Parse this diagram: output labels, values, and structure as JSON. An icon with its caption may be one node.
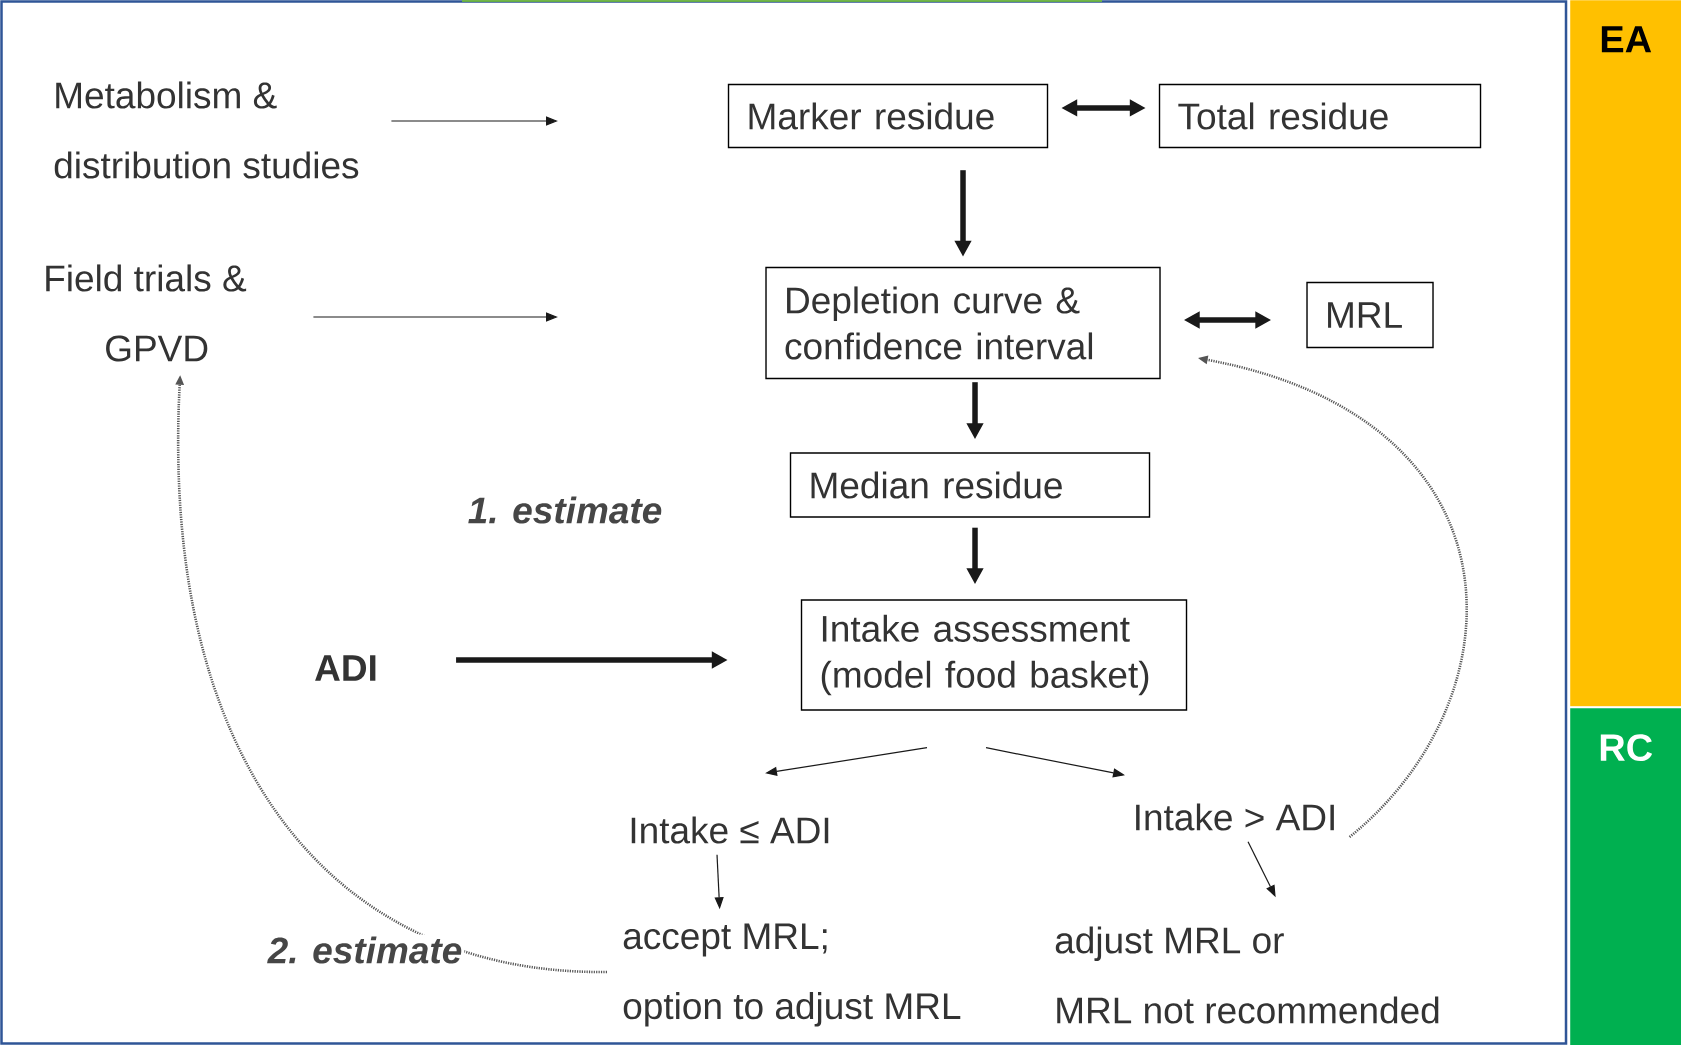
{
  "diagram": {
    "nodes": [
      {
        "text": [
          "Metabolism & distribution studies"
        ]
      },
      {
        "text": [
          "Field trials & GPVD"
        ]
      },
      {
        "text": [
          "Marker residue"
        ]
      },
      {
        "text": [
          "Total residue"
        ]
      },
      {
        "text": [
          "Depletion curve & confidence interval"
        ]
      },
      {
        "text": [
          "MRL"
        ]
      },
      {
        "text": [
          "Median residue"
        ]
      },
      {
        "text": [
          "ADI"
        ]
      },
      {
        "text": [
          "Intake assessment (model food basket)"
        ]
      },
      {
        "text": [
          "Intake ≤ ADI"
        ]
      },
      {
        "text": [
          "Intake > ADI"
        ]
      },
      {
        "text": [
          "accept MRL; option to adjust MRL"
        ]
      },
      {
        "text": [
          "adjust MRL or MRL not recommended"
        ]
      },
      {
        "text": [
          "EA"
        ]
      },
      {
        "text": [
          "RC"
        ]
      }
    ],
    "edges": [
      {
        "from": 0,
        "to": null,
        "arrow": "to"
      },
      {
        "from": 1,
        "to": null,
        "arrow": "to"
      },
      {
        "from": 2,
        "to": 3,
        "arrow": "both",
        "style": "thick"
      },
      {
        "from": 2,
        "to": 4,
        "arrow": "to",
        "style": "thick"
      },
      {
        "from": 4,
        "to": 5,
        "arrow": "both",
        "style": "thick"
      },
      {
        "from": 4,
        "to": 6,
        "arrow": "to",
        "style": "thick"
      },
      {
        "from": 6,
        "to": 8,
        "arrow": "to",
        "style": "thick"
      },
      {
        "from": 7,
        "to": 8,
        "arrow": "to",
        "style": "thick"
      },
      {
        "from": 8,
        "to": 9,
        "arrow": "to"
      },
      {
        "from": 8,
        "to": 10,
        "arrow": "to"
      },
      {
        "from": 9,
        "to": 11,
        "arrow": "to"
      },
      {
        "from": 10,
        "to": 12,
        "arrow": "to"
      },
      {
        "from": 11,
        "to": 1,
        "arrow": "to",
        "style": "dashed",
        "color": "#555555"
      },
      {
        "from": 10,
        "to": 4,
        "arrow": "to",
        "style": "dashed",
        "color": "#555555"
      }
    ],
    "labels": [
      "1. estimate",
      "2. estimate"
    ]
  }
}
